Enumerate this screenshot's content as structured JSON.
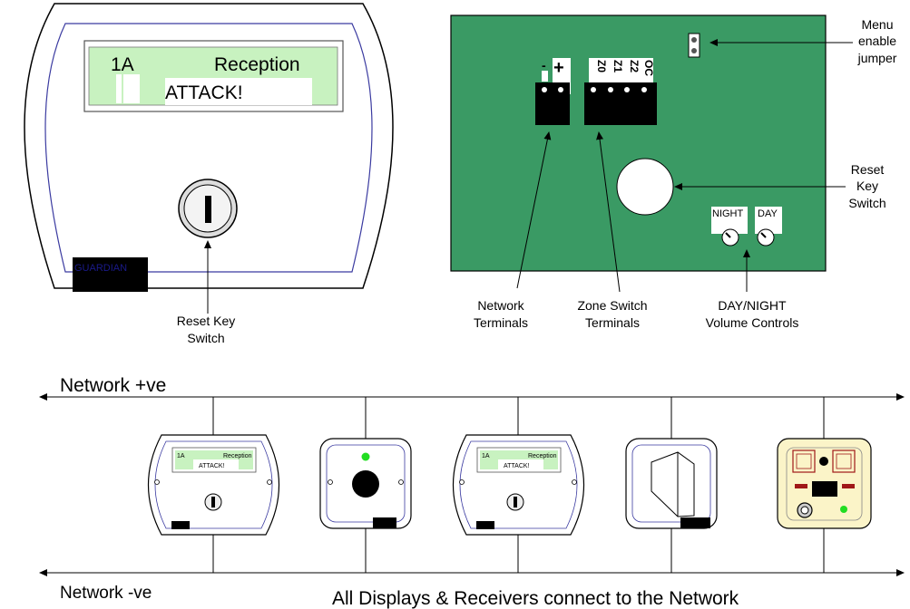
{
  "display_panel": {
    "lcd_line1_left": "1A",
    "lcd_line1_right": "Reception",
    "lcd_line2": "ATTACK!",
    "brand": "GUARDIAN",
    "reset_key_label_line1": "Reset Key",
    "reset_key_label_line2": "Switch"
  },
  "circuit_board": {
    "network_terminal_signs": [
      "-",
      "+"
    ],
    "zone_terminal_labels": [
      "Z0",
      "Z1",
      "Z2",
      "OC"
    ],
    "menu_jumper_label": [
      "Menu",
      "enable",
      "jumper"
    ],
    "reset_key_label": [
      "Reset",
      "Key",
      "Switch"
    ],
    "volume_knob_labels": [
      "NIGHT",
      "DAY"
    ],
    "network_terminals_label": [
      "Network",
      "Terminals"
    ],
    "zone_switch_label": [
      "Zone Switch",
      "Terminals"
    ],
    "volume_controls_label": [
      "DAY/NIGHT",
      "Volume Controls"
    ]
  },
  "network": {
    "positive_label": "Network +ve",
    "negative_label": "Network -ve",
    "footer": "All Displays & Receivers connect to the Network",
    "mini_display_line1_left": "1A",
    "mini_display_line1_right": "Reception",
    "mini_display_line2": "ATTACK!"
  },
  "colors": {
    "board_green": "#3a9a64",
    "lcd_green": "#c8f2c0",
    "panel_border": "#3a3aa0",
    "cream_panel": "#fbf4c8",
    "status_led": "#22dd22",
    "red_marker": "#a01818"
  }
}
